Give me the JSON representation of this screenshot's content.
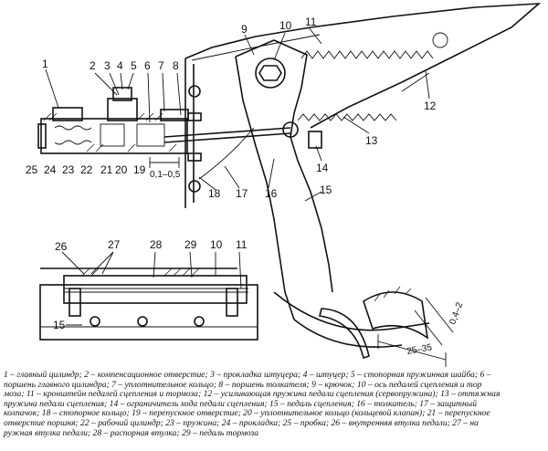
{
  "callouts": {
    "n1": "1",
    "n2": "2",
    "n3": "3",
    "n4": "4",
    "n5": "5",
    "n6": "6",
    "n7": "7",
    "n8": "8",
    "n9": "9",
    "n10": "10",
    "n11": "11",
    "n12": "12",
    "n13": "13",
    "n14": "14",
    "n15": "15",
    "n16": "16",
    "n17": "17",
    "n18": "18",
    "n19": "19",
    "n20": "20",
    "n21": "21",
    "n22": "22",
    "n23": "23",
    "n24": "24",
    "n25": "25",
    "n26": "26",
    "n27": "27",
    "n28": "28",
    "n29": "29",
    "n10b": "10",
    "n11b": "11",
    "n15b": "15"
  },
  "dimensions": {
    "gap_cylinder": "0,1–0,5",
    "pedal_play": "0,4–2",
    "pedal_travel": "25–35"
  },
  "caption": {
    "line1": "1 – главный цилиндр; 2 – компенсационное отверстие; 3 – прокладка штуцера; 4 – штуцер; 5 – стопорная пружинная шайба; 6 –",
    "line2": "поршень главного цилиндра; 7 – уплотнительное кольцо; 8 – поршень толкателя; 9 – крючок; 10 – ось педалей сцепления и тор",
    "line3": "моза; 11 – кронштейн педалей сцепления и тормоза; 12 – усиливающая пружина педали сцепления (сервопружина); 13 – оттяжная",
    "line4": "пружина педали сцепления; 14 – ограничитель хода педали сцепления; 15 – педаль сцепления; 16 – толкатель; 17 – защитный",
    "line5": "колпачок; 18 – стопорное кольцо; 19 – перепускное отверстие; 20 – уплотнительное кольцо (кольцевой клапан); 21 – перепускное",
    "line6": "отверстие поршня; 22 – рабочий цилиндр; 23 – пружина; 24 – прокладка; 25 – пробка; 26 – внутренняя втулка педали; 27 – на",
    "line7": "ружная втулка педали; 28 – распорная втулка; 29 – педаль тормоза"
  }
}
